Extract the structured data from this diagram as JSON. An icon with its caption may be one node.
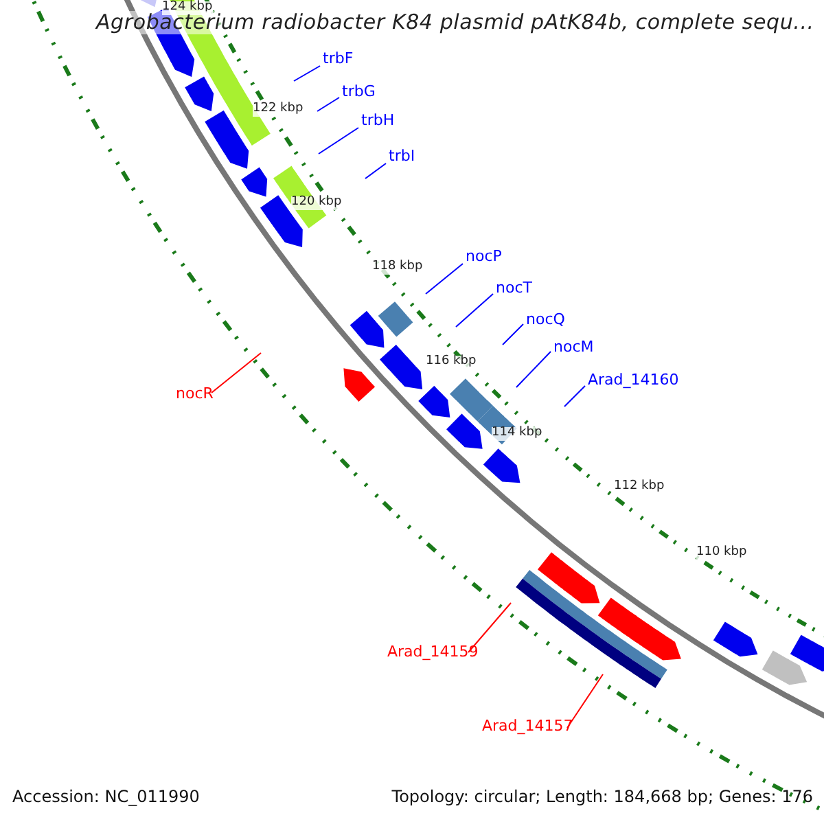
{
  "diagram": {
    "title": "Agrobacterium radiobacter K84 plasmid pAtK84b, complete sequ...",
    "nodes": [
      {
        "text": [
          "trbF"
        ]
      },
      {
        "text": [
          "trbG"
        ]
      },
      {
        "text": [
          "trbH"
        ]
      },
      {
        "text": [
          "trbI"
        ]
      },
      {
        "text": [
          "nocP"
        ]
      },
      {
        "text": [
          "nocT"
        ]
      },
      {
        "text": [
          "nocQ"
        ]
      },
      {
        "text": [
          "nocM"
        ]
      },
      {
        "text": [
          "Arad_14160"
        ]
      },
      {
        "text": [
          "nocR"
        ]
      },
      {
        "text": [
          "Arad_14159"
        ]
      },
      {
        "text": [
          "Arad_14157"
        ]
      }
    ],
    "edges": [
      {
        "from": 0,
        "to": null,
        "arrow": "none"
      },
      {
        "from": 1,
        "to": null,
        "arrow": "none"
      },
      {
        "from": 2,
        "to": null,
        "arrow": "none"
      },
      {
        "from": 3,
        "to": null,
        "arrow": "none"
      },
      {
        "from": 4,
        "to": null,
        "arrow": "none"
      },
      {
        "from": 5,
        "to": null,
        "arrow": "none"
      },
      {
        "from": 6,
        "to": null,
        "arrow": "none"
      },
      {
        "from": 7,
        "to": null,
        "arrow": "none"
      },
      {
        "from": 8,
        "to": null,
        "arrow": "none"
      },
      {
        "from": 9,
        "to": null,
        "arrow": "none",
        "color": "#ff0000"
      },
      {
        "from": 10,
        "to": null,
        "arrow": "none",
        "color": "#ff0000"
      },
      {
        "from": 11,
        "to": null,
        "arrow": "none",
        "color": "#ff0000"
      }
    ],
    "labels": [
      "124 kbp",
      "122 kbp",
      "120 kbp",
      "118 kbp",
      "116 kbp",
      "114 kbp",
      "112 kbp",
      "110 kbp",
      "Accession: NC_011990",
      "Topology: circular; Length: 184,668 bp; Genes: 176"
    ]
  }
}
